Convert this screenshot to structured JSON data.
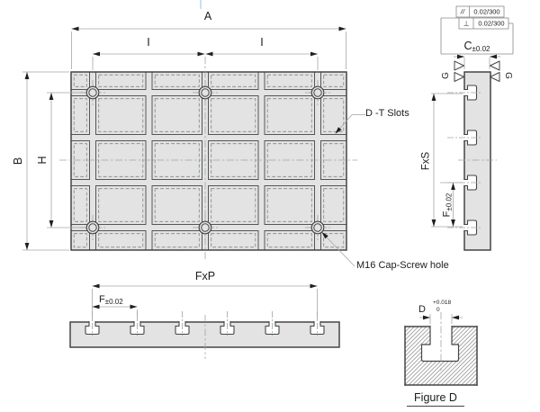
{
  "drawing": {
    "plan_view": {
      "dim_width": "A",
      "dim_pitch_left": "I",
      "dim_pitch_right": "I",
      "dim_height": "B",
      "dim_slot_span": "H",
      "callout_t_slots": "D -T Slots",
      "callout_cap_screw": "M16 Cap-Screw hole"
    },
    "side_view": {
      "frame_parallel_symbol": "//",
      "frame_parallel_value": "0.02/300",
      "frame_perpendicular_symbol": "⊥",
      "frame_perpendicular_value": "0.02/300",
      "dim_thickness_main": "C",
      "dim_thickness_tol": "±0.02",
      "dim_slot_span": "FxS",
      "dim_pitch_main": "F",
      "dim_pitch_tol": "±0.02",
      "grind_mark_left": "G",
      "grind_mark_right": "G"
    },
    "front_view": {
      "dim_slot_span": "FxP",
      "dim_pitch_main": "F",
      "dim_pitch_tol": "±0.02"
    },
    "figure_d": {
      "dim_slot_width": "D",
      "tol_upper": "+0.018",
      "tol_lower": "0",
      "caption": "Figure D"
    }
  },
  "colors": {
    "plate_fill": "#e3e3e3",
    "object_line": "#454545",
    "hidden_line": "#838383",
    "center_line": "#9aa6ac",
    "dimension_line": "#a6a6a6",
    "frame_line": "#8a8a8a",
    "hatch_line": "#9a9a9a",
    "arrow": "#1f1f1f",
    "text": "#1c1c1c",
    "highlight_tick": "#b5d2e2"
  }
}
